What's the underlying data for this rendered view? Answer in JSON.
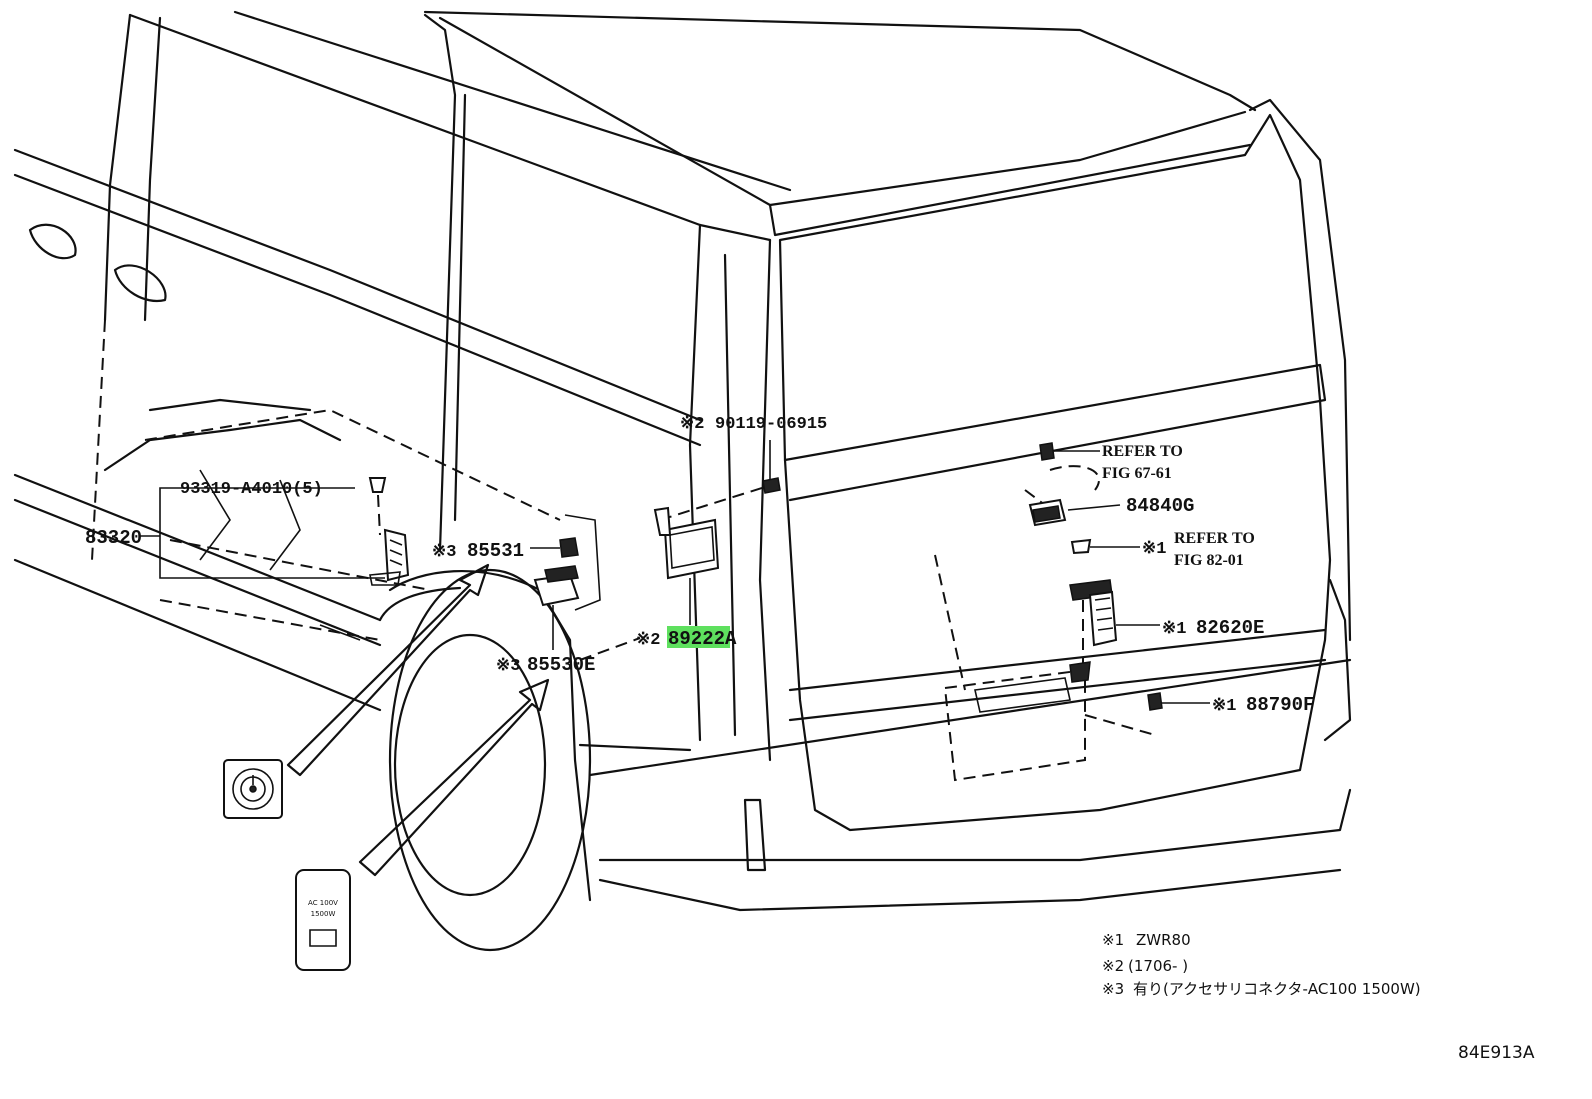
{
  "callouts": {
    "bolt_top": {
      "mark": "※2",
      "number": "90119-06915"
    },
    "screw": {
      "number": "93319-A4010(5)"
    },
    "panel": {
      "number": "83320"
    },
    "socket": {
      "mark": "※3",
      "number": "85531"
    },
    "connector": {
      "mark": "※3",
      "number": "85530E"
    },
    "ecu": {
      "mark": "※2",
      "number": "89222A"
    },
    "ref1": {
      "line1": "REFER TO",
      "line2": "FIG 67-61"
    },
    "switch": {
      "number": "84840G"
    },
    "ref2": {
      "mark": "※1",
      "line1": "REFER TO",
      "line2": "FIG 82-01"
    },
    "bracket": {
      "mark": "※1",
      "number": "82620E"
    },
    "sensor": {
      "mark": "※1",
      "number": "88790F"
    }
  },
  "inset_label": {
    "line1": "AC 100V",
    "line2": "1500W"
  },
  "notes": [
    {
      "mark": "※1",
      "text": "ZWR80"
    },
    {
      "mark": "※2",
      "text": "(1706-       )"
    },
    {
      "mark": "※3",
      "text": "有り(アクセサリコネクタ-AC100  1500W)"
    }
  ],
  "figure_code": "84E913A",
  "colors": {
    "highlight": "#5ee05e",
    "ink": "#111111"
  }
}
